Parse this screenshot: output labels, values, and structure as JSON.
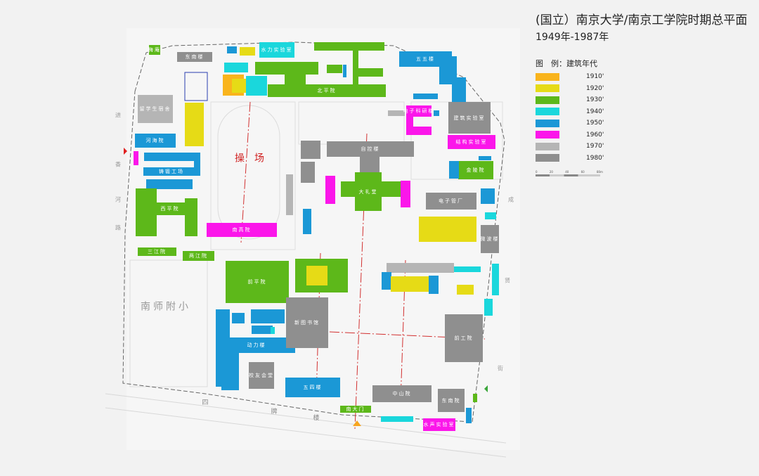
{
  "title": "(国立）南京大学/南京工学院时期总平面",
  "subtitle": "1949年-1987年",
  "legend": {
    "heading": "图　例：建筑年代",
    "items": [
      {
        "label": "1910'",
        "color": "#f9b41c"
      },
      {
        "label": "1920'",
        "color": "#e6db16"
      },
      {
        "label": "1930'",
        "color": "#5db81a"
      },
      {
        "label": "1940'",
        "color": "#1ad7dc"
      },
      {
        "label": "1950'",
        "color": "#1b98d6"
      },
      {
        "label": "1960'",
        "color": "#fb16ea"
      },
      {
        "label": "1970'",
        "color": "#b5b5b5"
      },
      {
        "label": "1980'",
        "color": "#8f8f8f"
      }
    ],
    "scale": [
      "0",
      "20",
      "40",
      "60",
      "80m"
    ]
  },
  "map": {
    "field": "操　场",
    "school": "南师附小",
    "roads": {
      "south": [
        "四",
        "牌",
        "楼"
      ],
      "west": [
        "进",
        "香",
        "河",
        "路"
      ],
      "east": [
        "成",
        "贤",
        "街"
      ]
    },
    "labels": {
      "meian": "梅庵",
      "dongnan_lou": "东南楼",
      "shuili": "水力实验室",
      "beiping": "北平院",
      "liuxuesheng": "留学生宿舍",
      "hehai": "河海院",
      "zhuduan": "铸锻工场",
      "xiping": "西平院",
      "nangao": "南高院",
      "zikong": "自控楼",
      "dalitang": "大礼堂",
      "wuwu": "五五楼",
      "dianzi_keyan": "电子科研楼",
      "jianzhu": "建筑实验室",
      "jiegou": "结构实验室",
      "jinling": "金陵院",
      "dianziguan": "电子管厂",
      "weibo": "微波楼",
      "sanjiang": "三江院",
      "liangjiang": "两江院",
      "qianping": "前平院",
      "dongli": "动力楼",
      "xintushu": "新图书馆",
      "xiaoyou": "校友会堂",
      "wusi": "五四楼",
      "qiangong": "前工院",
      "zhongshan": "中山院",
      "dongnanyuan": "东南院",
      "damen": "南大门",
      "shuisheng": "水声实验室"
    }
  }
}
